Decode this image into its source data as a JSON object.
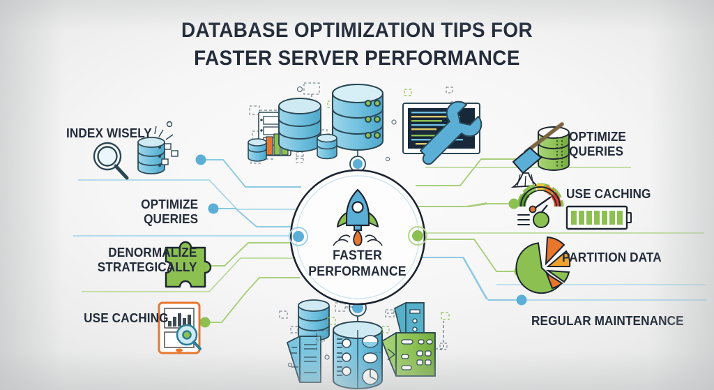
{
  "title": {
    "line1": "DATABASE OPTIMIZATION TIPS FOR",
    "line2": "FASTER SERVER PERFORMANCE"
  },
  "hub": {
    "icon": "rocket-icon",
    "line1": "FASTER",
    "line2": "PERFORMANCE"
  },
  "colors": {
    "blue": "#5BAFD6",
    "blue_dark": "#2E7C9E",
    "blue_line": "#8CC9E2",
    "green": "#8CC152",
    "green_line": "#A8CE7B",
    "green_dark": "#5E9B33",
    "orange": "#E8762C",
    "orange_light": "#F0A22E",
    "yellow": "#EFC53F",
    "red": "#D9452E",
    "ink": "#242c3b",
    "terminal": "#16283a"
  },
  "left_items": [
    {
      "label": "INDEX WISELY",
      "icon": "magnifier-database-icon",
      "accent": "blue"
    },
    {
      "label": "OPTIMIZE\nQUERIES",
      "label_line1": "OPTIMIZE",
      "label_line2": "QUERIES",
      "icon": "none",
      "accent": "blue"
    },
    {
      "label": "DENORMALIZE\nSTRATEGICALLY",
      "label_line1": "DENORMALIZE",
      "label_line2": "STRATEGICALLY",
      "icon": "puzzle-piece-icon",
      "accent": "green"
    },
    {
      "label": "USE CACHING",
      "icon": "tablet-chart-magnifier-icon",
      "accent": "green"
    }
  ],
  "right_items": [
    {
      "label": "OPTIMIZE\nQUERIES",
      "label_line1": "OPTIMIZE",
      "label_line2": "QUERIES",
      "icon": "broom-database-icon",
      "accent": "green"
    },
    {
      "label": "USE CACHING",
      "icon": "gauge-battery-icon",
      "accent": "green"
    },
    {
      "label": "PARTITION DATA",
      "icon": "pie-chart-icon",
      "accent": "green"
    },
    {
      "label": "REGULAR MAINTENANCE",
      "icon": "none",
      "accent": "blue"
    }
  ],
  "illustrations": {
    "top": {
      "name": "database-cluster-illustration",
      "elements": [
        "database-cylinder-large",
        "database-cylinder-medium",
        "database-cylinder-small",
        "server-rack-icon",
        "wrench-icon",
        "code-terminal-icon",
        "colored-bars"
      ]
    },
    "bottom": {
      "name": "server-infrastructure-illustration",
      "elements": [
        "database-cylinder-blue",
        "data-barrel-large",
        "server-tower-icon",
        "server-blade-icon",
        "green-cube-server-icon"
      ]
    }
  }
}
